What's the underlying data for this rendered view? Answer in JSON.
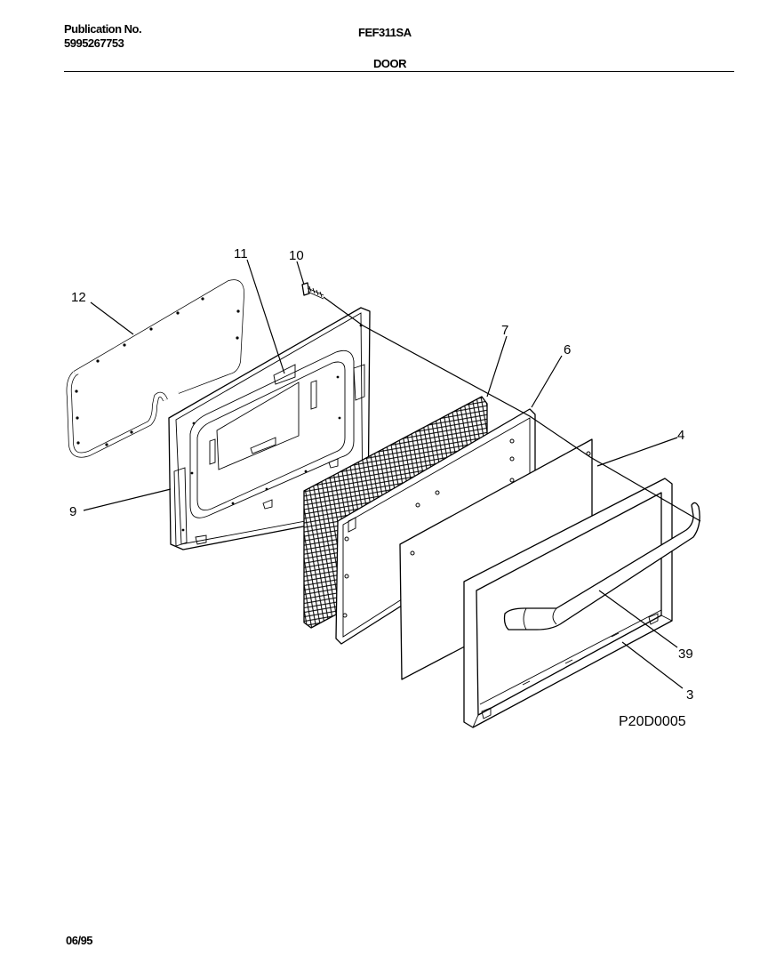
{
  "header": {
    "publication_label": "Publication No.",
    "publication_number": "5995267753",
    "model": "FEF311SA",
    "section": "DOOR"
  },
  "figure_id": "P20D0005",
  "footer": {
    "date": "06/95"
  },
  "callouts": [
    {
      "id": "12",
      "label": "12"
    },
    {
      "id": "11",
      "label": "11"
    },
    {
      "id": "10",
      "label": "10"
    },
    {
      "id": "7",
      "label": "7"
    },
    {
      "id": "6",
      "label": "6"
    },
    {
      "id": "4",
      "label": "4"
    },
    {
      "id": "9",
      "label": "9"
    },
    {
      "id": "39",
      "label": "39"
    },
    {
      "id": "3",
      "label": "3"
    }
  ]
}
